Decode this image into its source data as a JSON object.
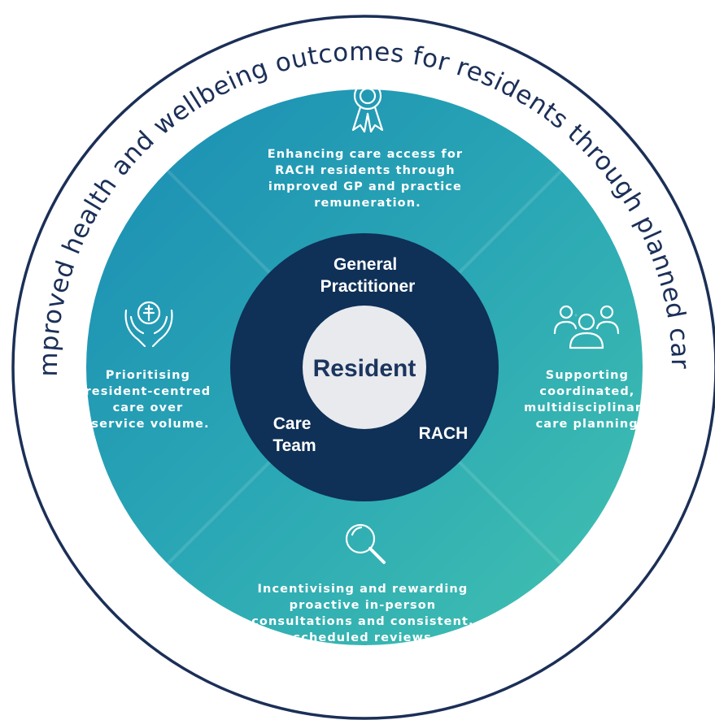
{
  "outer_ring": {
    "text": "Improved health and wellbeing outcomes for residents through planned care"
  },
  "quadrants": {
    "top": {
      "icon": "award-ribbon-icon",
      "lines": [
        "Enhancing care access for",
        "RACH residents through",
        "improved GP and practice",
        "remuneration."
      ]
    },
    "right": {
      "icon": "group-people-icon",
      "lines": [
        "Supporting",
        "coordinated,",
        "multidisciplinary",
        "care planning."
      ]
    },
    "bottom": {
      "icon": "magnifying-glass-icon",
      "lines": [
        "Incentivising and rewarding",
        "proactive in-person",
        "consultations and consistent,",
        "scheduled reviews."
      ]
    },
    "left": {
      "icon": "hands-medical-cross-icon",
      "lines": [
        "Prioritising",
        "resident-centred",
        "care over",
        "service volume."
      ]
    }
  },
  "inner_ring": {
    "general_practitioner": [
      "General",
      "Practitioner"
    ],
    "care_team": [
      "Care",
      "Team"
    ],
    "rach": "RACH"
  },
  "center": {
    "label": "Resident"
  },
  "colors": {
    "outer_ring_stroke": "#1b2f57",
    "teal_dark": "#1e94b4",
    "teal_light": "#3fbfb1",
    "inner_ring": "#0f3057",
    "center_fill": "#e8eaee",
    "text_dark": "#1b355e"
  }
}
